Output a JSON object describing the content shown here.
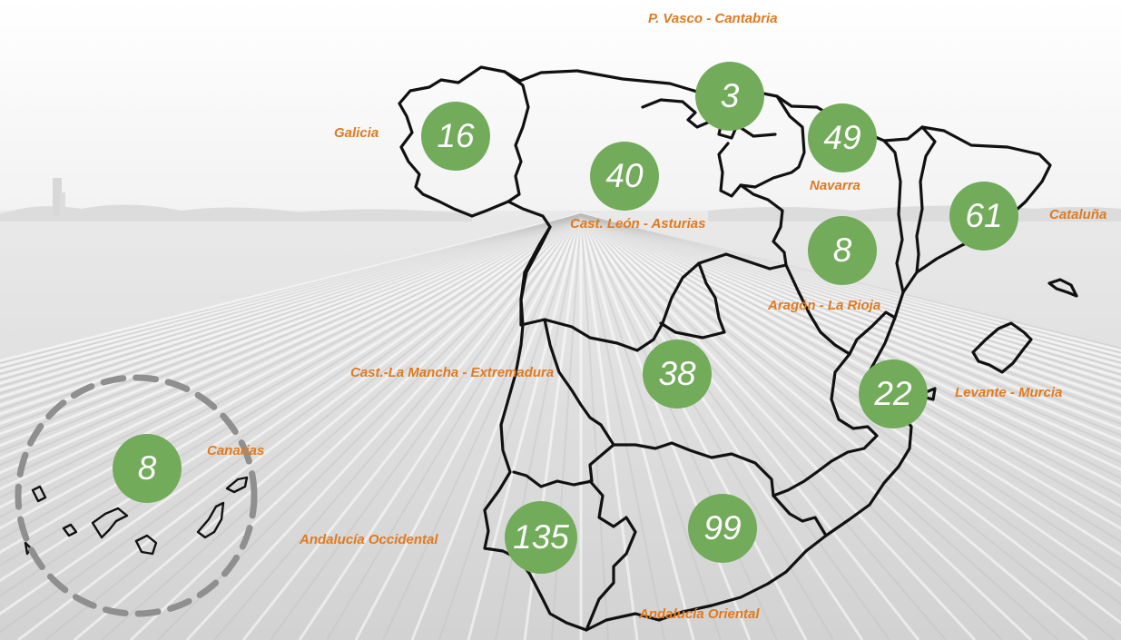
{
  "regions": [
    {
      "id": "galicia",
      "label": "Galicia",
      "count": "16"
    },
    {
      "id": "pvasco",
      "label": "P. Vasco - Cantabria",
      "count": "3"
    },
    {
      "id": "navarra",
      "label": "Navarra",
      "count": "49"
    },
    {
      "id": "castleon",
      "label": "Cast. León - Asturias",
      "count": "40"
    },
    {
      "id": "cataluna",
      "label": "Cataluña",
      "count": "61"
    },
    {
      "id": "aragon",
      "label": "Aragón - La Rioja",
      "count": "8"
    },
    {
      "id": "castmancha",
      "label": "Cast.-La Mancha - Extremadura",
      "count": "38"
    },
    {
      "id": "levante",
      "label": "Levante - Murcia",
      "count": "22"
    },
    {
      "id": "canarias",
      "label": "Canarias",
      "count": "8"
    },
    {
      "id": "andocc",
      "label": "Andalucía Occidental",
      "count": "135"
    },
    {
      "id": "andori",
      "label": "Andalucía Oriental",
      "count": "99"
    }
  ],
  "colors": {
    "badge": "#72ab5a",
    "label": "#e07a1f",
    "border": "#111111",
    "canarias_ring": "#8f8f8f"
  },
  "icons": [
    "field-background",
    "spain-map",
    "canarias-ring"
  ]
}
